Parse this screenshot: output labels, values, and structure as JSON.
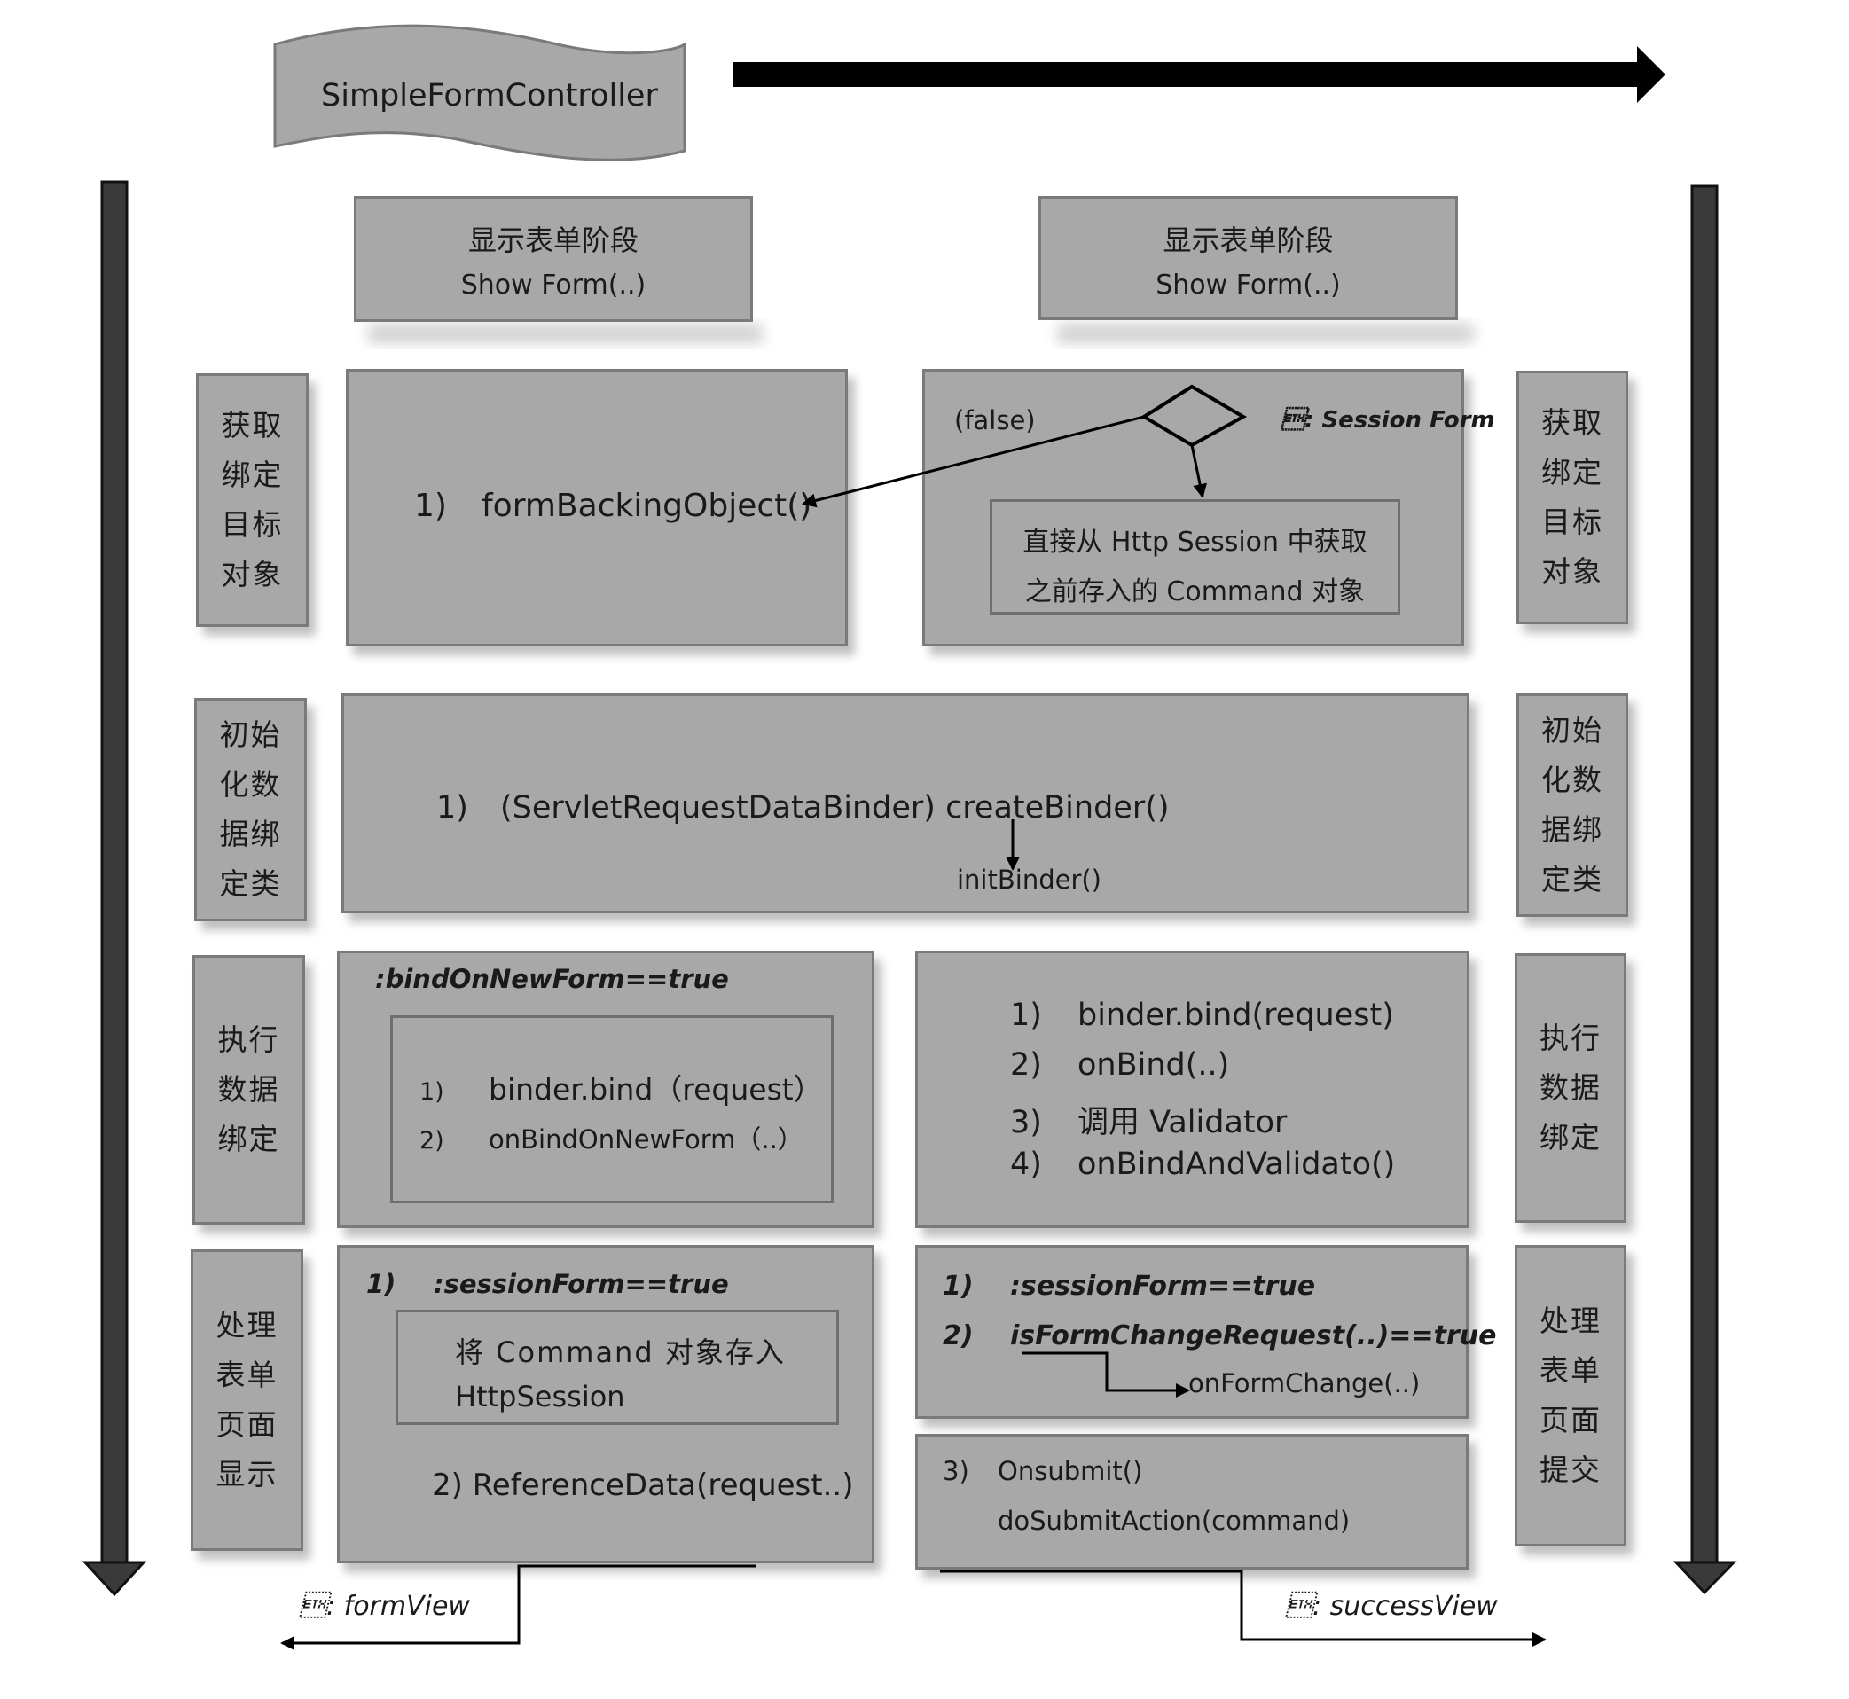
{
  "header": {
    "title": "SimpleFormController"
  },
  "stages": {
    "left": {
      "title_cn": "显示表单阶段",
      "title_en": "Show Form(..)"
    },
    "right": {
      "title_cn": "显示表单阶段",
      "title_en": "Show Form(..)"
    }
  },
  "side_labels": {
    "left": [
      [
        "获取",
        "绑定",
        "目标",
        "对象"
      ],
      [
        "初始",
        "化数",
        "据绑",
        "定类"
      ],
      [
        "执行",
        "数据",
        "绑定"
      ],
      [
        "处理",
        "表单",
        "页面",
        "显示"
      ]
    ],
    "right": [
      [
        "获取",
        "绑定",
        "目标",
        "对象"
      ],
      [
        "初始",
        "化数",
        "据绑",
        "定类"
      ],
      [
        "执行",
        "数据",
        "绑定"
      ],
      [
        "处理",
        "表单",
        "页面",
        "提交"
      ]
    ]
  },
  "row1": {
    "left": {
      "num": "1)",
      "text": "formBackingObject()"
    },
    "right": {
      "false_label": "(false)",
      "condition": "\u0003: Session Form",
      "session_box_line1": "直接从 Http Session 中获取",
      "session_box_line2": "之前存入的 Command 对象"
    }
  },
  "row2": {
    "num": "1)",
    "text": "(ServletRequestDataBinder) createBinder()",
    "sub": "initBinder()"
  },
  "row3": {
    "left": {
      "condition": ":bindOnNewForm==true",
      "steps": [
        {
          "num": "1)",
          "text": "binder.bind（request）"
        },
        {
          "num": "2)",
          "text": "onBindOnNewForm（..）"
        }
      ]
    },
    "right": {
      "steps": [
        {
          "num": "1)",
          "text": "binder.bind(request)"
        },
        {
          "num": "2)",
          "text": "onBind(..)"
        },
        {
          "num": "3)",
          "text": "调用 Validator"
        },
        {
          "num": "4)",
          "text": "onBindAndValidato()"
        }
      ]
    }
  },
  "row4": {
    "left": {
      "num1": "1)",
      "condition": ":sessionForm==true",
      "store_line1": "将 Command 对象存入",
      "store_line2": "HttpSession",
      "step2": "2) ReferenceData(request..)"
    },
    "right_top": {
      "num1": "1)",
      "cond1": ":sessionForm==true",
      "num2": "2)",
      "cond2": "isFormChangeRequest(..)==true",
      "callback": "onFormChange(..)"
    },
    "right_bottom": {
      "num": "3)",
      "line1": "Onsubmit()",
      "line2": "doSubmitAction(command)"
    }
  },
  "outputs": {
    "form_view": "\u0003: formView",
    "success_view": "\u0003: successView"
  },
  "colors": {
    "box_fill": "#a8a8a8",
    "box_border": "#7a7a7a",
    "arrow": "#000000",
    "side_arrow": "#3a3a3a"
  }
}
